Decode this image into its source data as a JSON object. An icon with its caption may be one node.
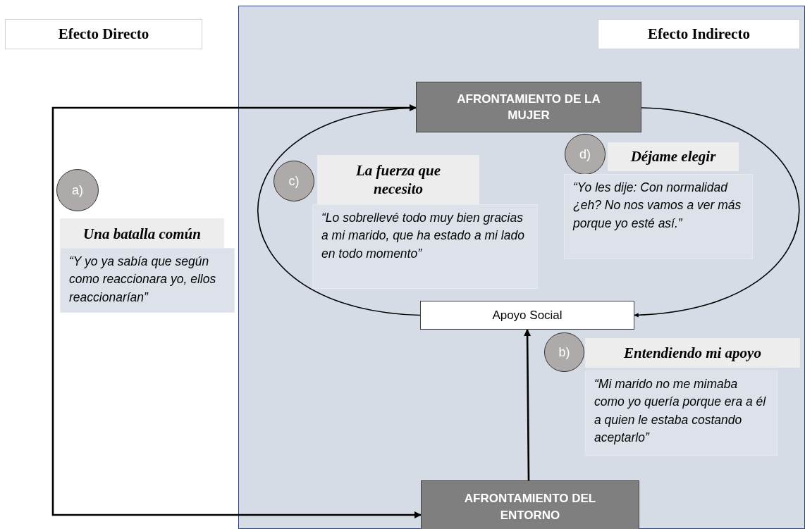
{
  "diagram": {
    "nodes": [
      {
        "text": [
          "Efecto Directo"
        ]
      },
      {
        "text": [],
        "shape": "box"
      },
      {
        "text": [
          "Efecto Indirecto"
        ],
        "in": 1
      },
      {
        "text": [
          "AFRONTAMIENTO DE LA MUJER"
        ],
        "in": 1
      },
      {
        "text": [
          "Apoyo Social"
        ],
        "in": 1
      },
      {
        "text": [
          "AFRONTAMIENTO DEL ENTORNO"
        ],
        "in": 1
      },
      {
        "text": [
          "a)"
        ]
      },
      {
        "text": [
          "Una batalla común"
        ]
      },
      {
        "text": [
          "“Y yo ya sabía que según como reaccionara yo, ellos reaccionarían”"
        ]
      },
      {
        "text": [
          "c)"
        ],
        "in": 1
      },
      {
        "text": [
          "La fuerza que necesito"
        ],
        "in": 1
      },
      {
        "text": [
          "“Lo sobrellevé todo muy bien gracias a mi marido, que ha estado a mi lado en todo momento”"
        ],
        "in": 1
      },
      {
        "text": [
          "d)"
        ],
        "in": 1
      },
      {
        "text": [
          "Déjame elegir"
        ],
        "in": 1
      },
      {
        "text": [
          "“Yo les dije: Con normalidad ¿eh? No nos vamos a ver más porque yo esté así.”"
        ],
        "in": 1
      },
      {
        "text": [
          "b)"
        ],
        "in": 1
      },
      {
        "text": [
          "Entendiendo mi apoyo"
        ],
        "in": 1
      },
      {
        "text": [
          "“Mi marido no me mimaba como yo quería porque era a él a quien le estaba costando aceptarlo”"
        ],
        "in": 1
      }
    ],
    "edges": [
      {
        "from": 5,
        "to": 3,
        "arrow": "both"
      },
      {
        "from": 4,
        "to": 3,
        "arrow": "to"
      },
      {
        "from": 3,
        "to": 4,
        "arrow": "to"
      },
      {
        "from": 5,
        "to": 4,
        "arrow": "to"
      }
    ]
  }
}
